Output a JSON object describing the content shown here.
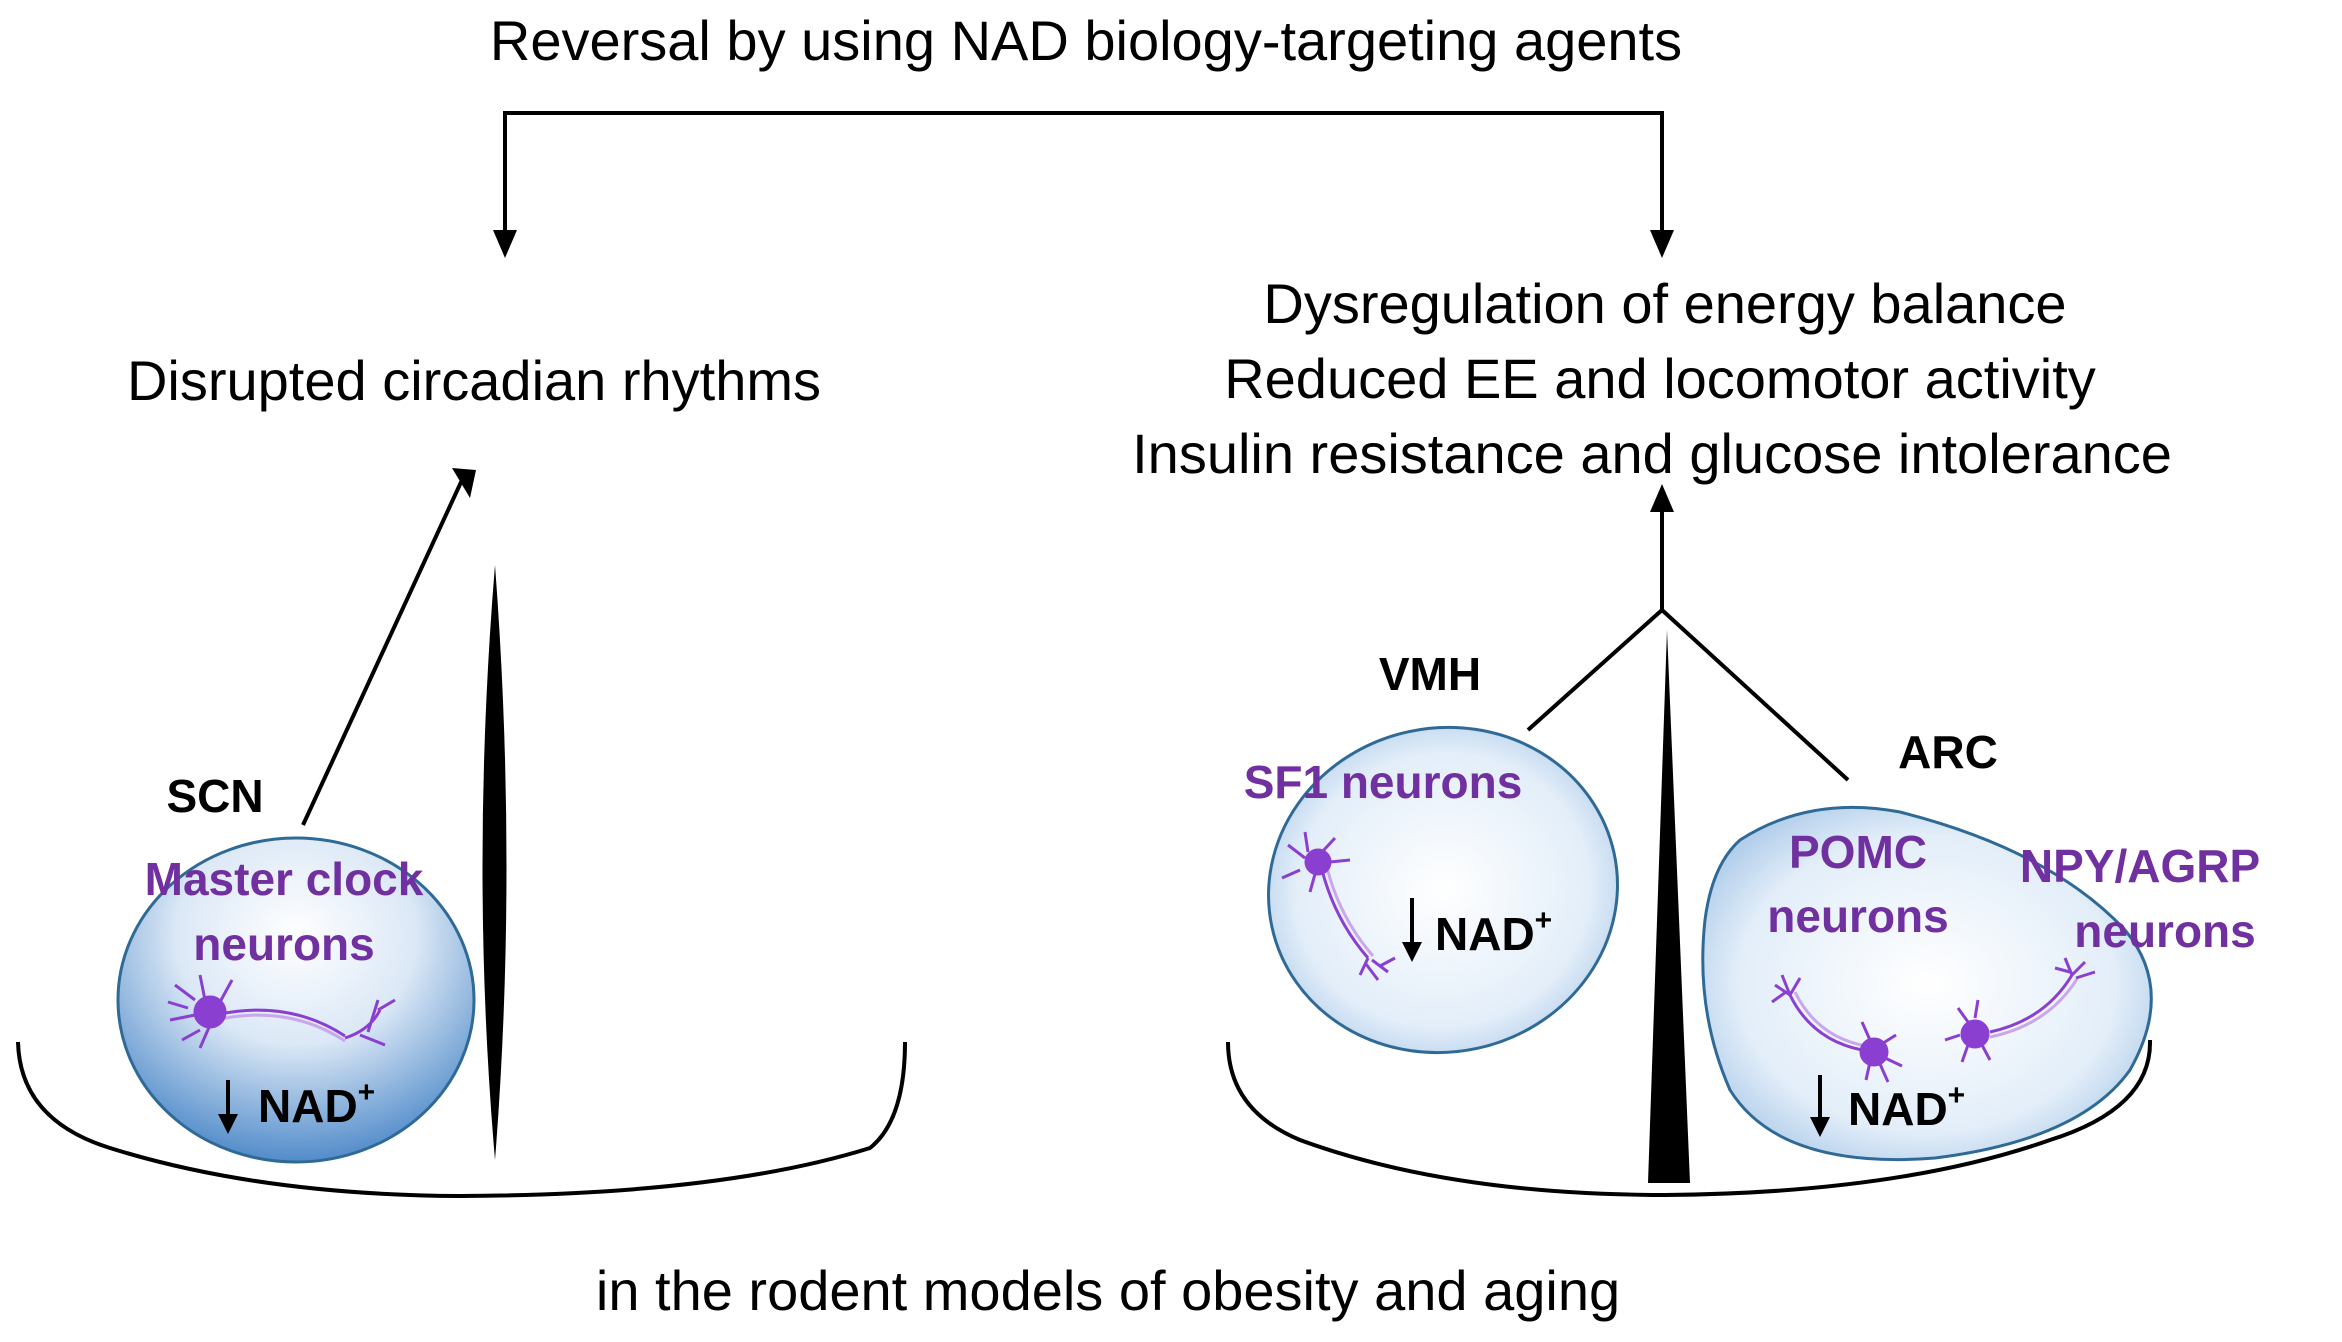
{
  "top_caption": "Reversal by using NAD biology-targeting agents",
  "bottom_caption": "in the rodent models of obesity and aging",
  "left_outcome": "Disrupted circadian rhythms",
  "right_outcomes": [
    "Dysregulation of energy balance",
    "Reduced EE and locomotor activity",
    "Insulin resistance  and glucose intolerance"
  ],
  "regions": {
    "scn": "SCN",
    "vmh": "VMH",
    "arc": "ARC"
  },
  "neurons": {
    "master_clock_line1": "Master clock",
    "master_clock_line2": "neurons",
    "sf1": "SF1 neurons",
    "pomc_line1": "POMC",
    "pomc_line2": "neurons",
    "npy_line1": "NPY/AGRP",
    "npy_line2": "neurons"
  },
  "nad_label": "NAD",
  "nad_sup": "+",
  "colors": {
    "neuron_text": "#7030a0",
    "neuron_body": "#8a3fd0",
    "cell_fill_light": "#ffffff",
    "cell_fill_dark": "#4a86c8",
    "cell_stroke": "#2f6a96",
    "line": "#000000"
  }
}
